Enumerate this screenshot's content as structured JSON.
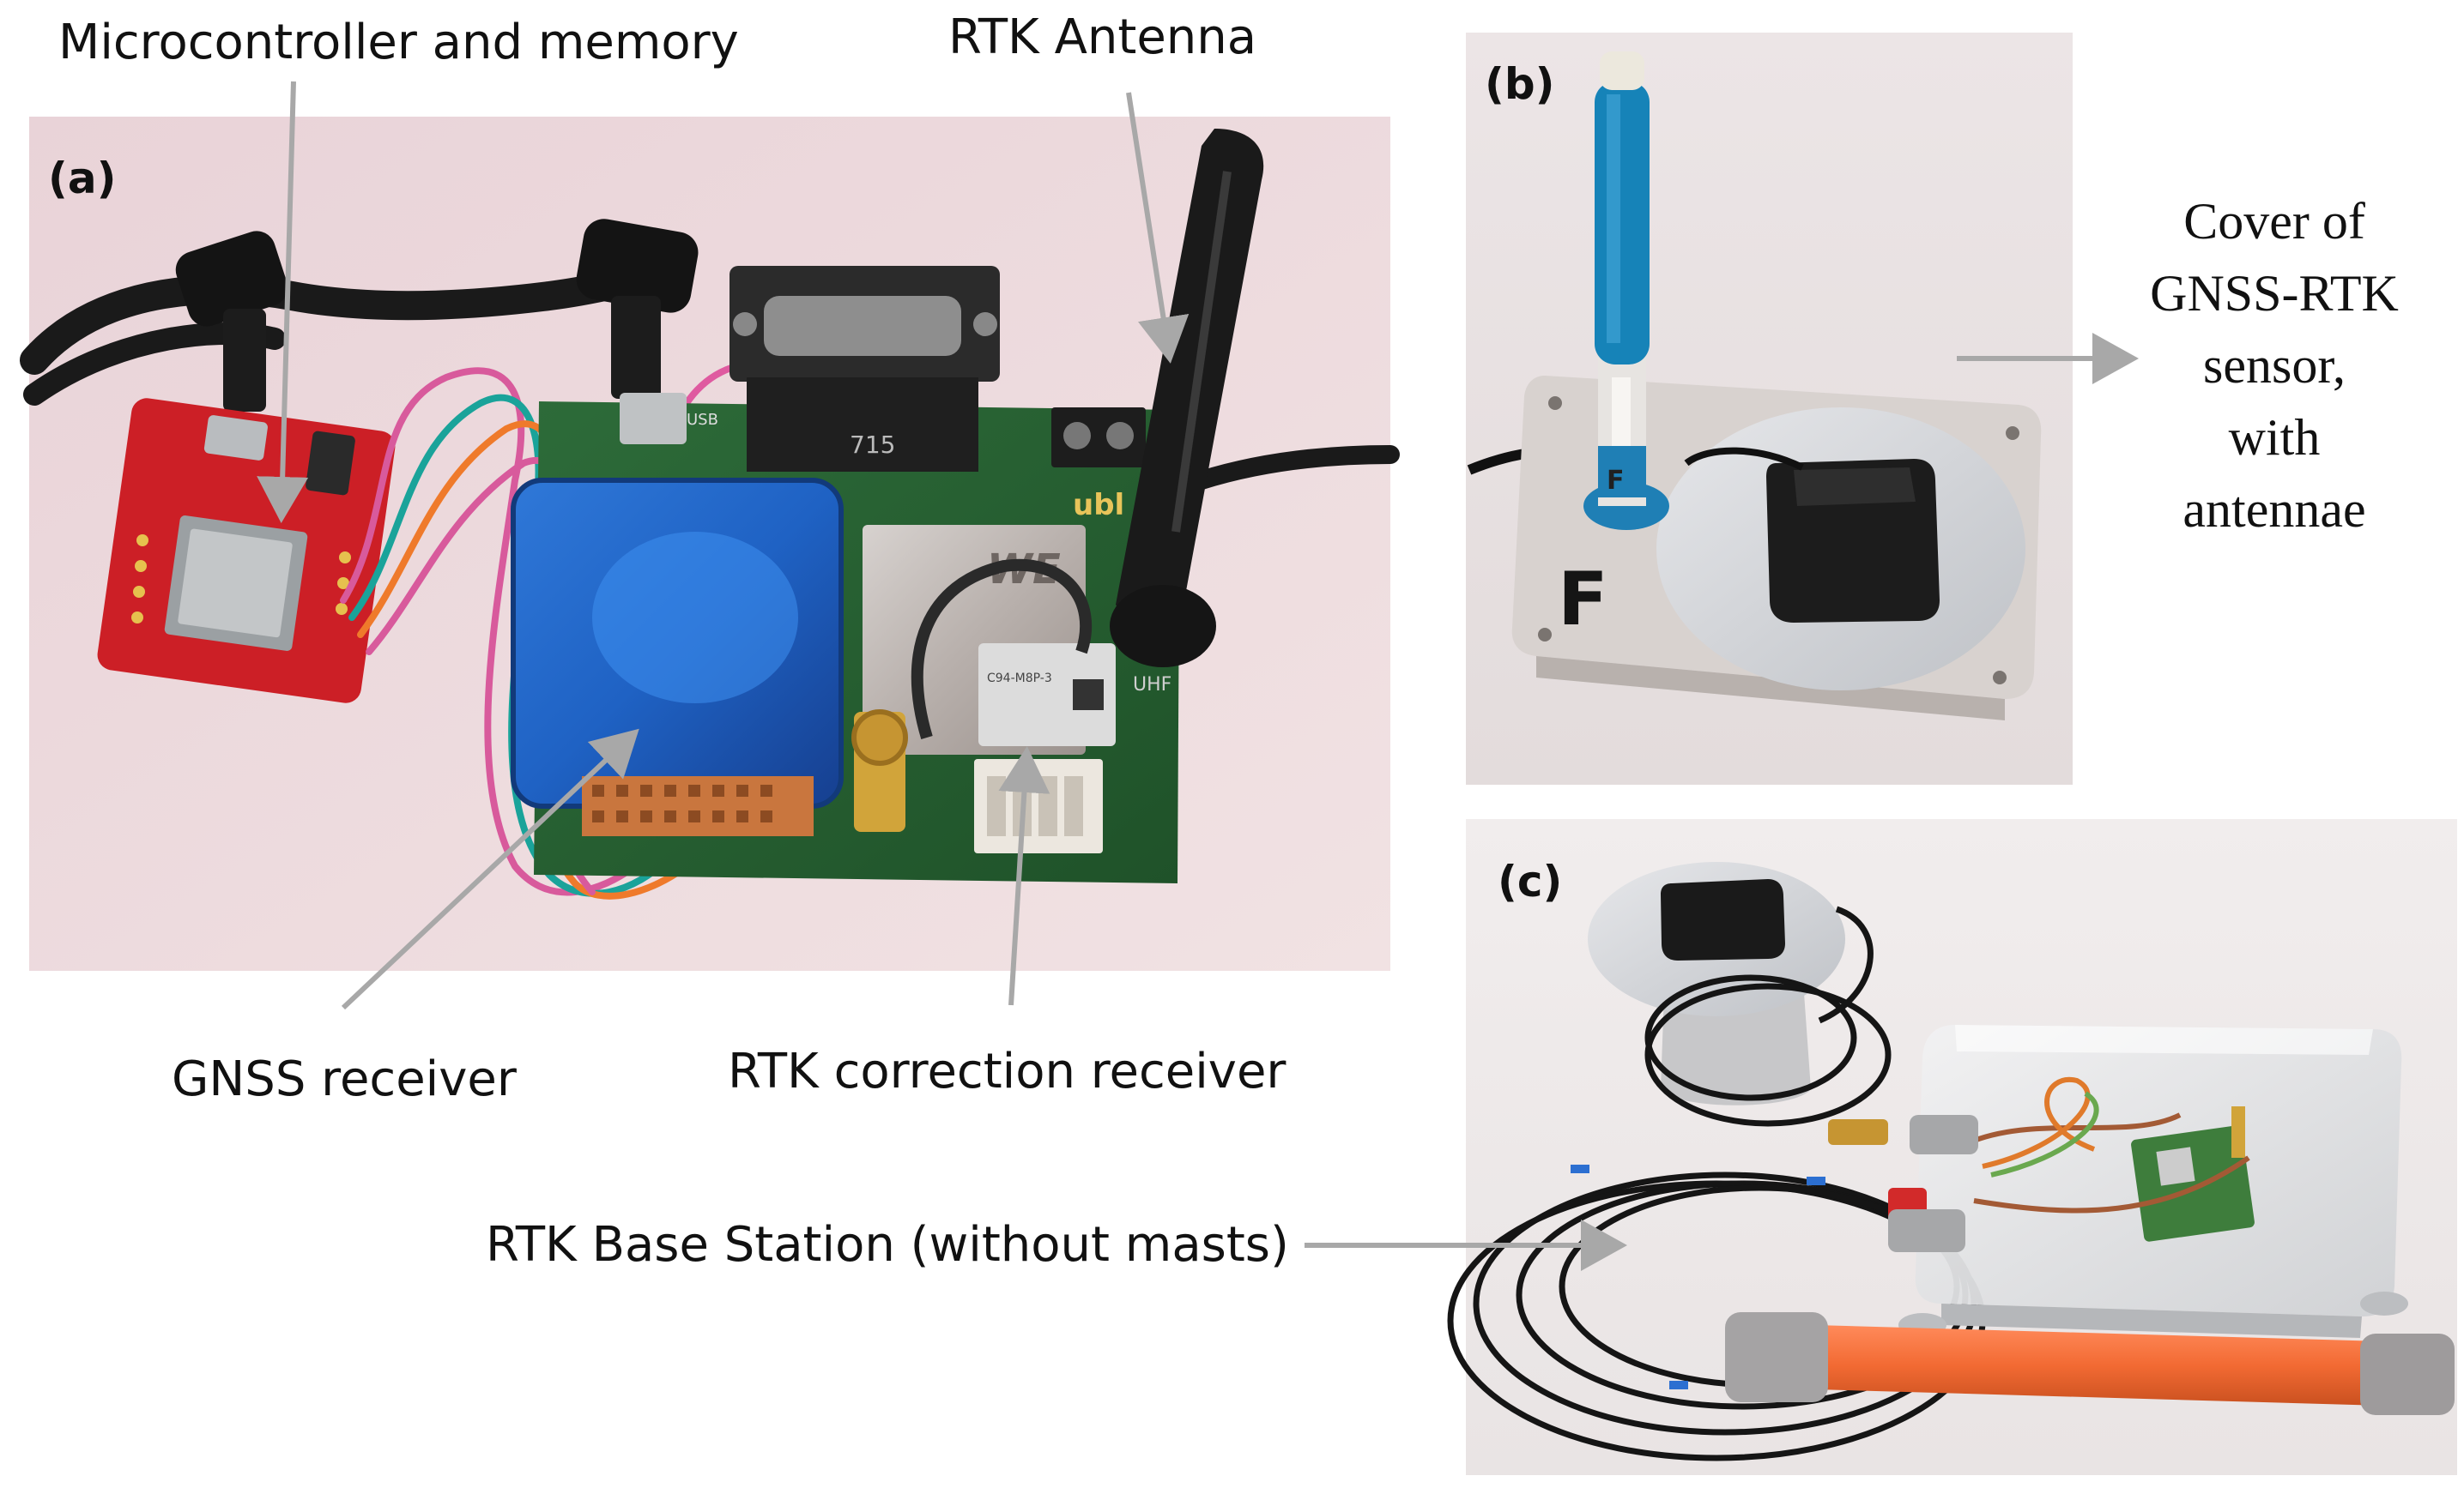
{
  "labels": {
    "microcontroller": "Microcontroller and memory",
    "rtk_antenna": "RTK Antenna",
    "gnss_receiver": "GNSS receiver",
    "rtk_correction": "RTK correction receiver",
    "base_station": "RTK Base Station (without masts)"
  },
  "panels": {
    "a": "(a)",
    "b": "(b)",
    "c": "(c)"
  },
  "cover_caption": [
    "Cover of",
    "GNSS-RTK",
    "sensor,",
    "with",
    "antennae"
  ],
  "board_text": {
    "we_logo": "WE",
    "ublox": "ubl",
    "letter_f": "F",
    "small_f": "F",
    "part_a": "715",
    "uhf": "UHF",
    "usb": "USB",
    "module": "C94-M8P-3"
  },
  "colors": {
    "arrow": "#a8a8a8",
    "text": "#111111",
    "photo_bg_a": "#ecd9dc",
    "photo_bg_b": "#ede6e6",
    "photo_bg_c": "#eeeaea"
  }
}
